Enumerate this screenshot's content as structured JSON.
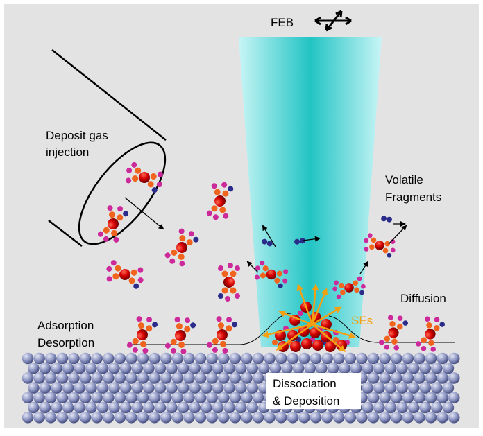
{
  "labels": {
    "beam": "FEB",
    "gas_injection_line1": "Deposit gas",
    "gas_injection_line2": "injection",
    "volatile_line1": "Volatile",
    "volatile_line2": "Fragments",
    "diffusion": "Diffusion",
    "adsorption": "Adsorption",
    "desorption": "Desorption",
    "secondary_electrons": "SEs",
    "dissociation_line1": "Dissociation",
    "dissociation_line2": "& Deposition"
  },
  "colors": {
    "background": "#e3e3e3",
    "beam_edge": "#b4f1f2",
    "beam_center": "#22c4c4",
    "substrate_atom_light": "#d7dbef",
    "substrate_atom_dark": "#4d568c",
    "metal_atom": "#cc0000",
    "ligand_orange": "#f0641e",
    "ligand_magenta": "#cc2a9a",
    "fragment_blue": "#2b2b8a",
    "secondary_electron_arrow": "#f5a011",
    "text": "#000000",
    "ses_text": "#f5a011"
  },
  "icons": {
    "beam_scan": "double-crossed-arrows-icon",
    "gas_nozzle": "cylinder-nozzle-icon",
    "molecule": "precursor-molecule-icon"
  }
}
